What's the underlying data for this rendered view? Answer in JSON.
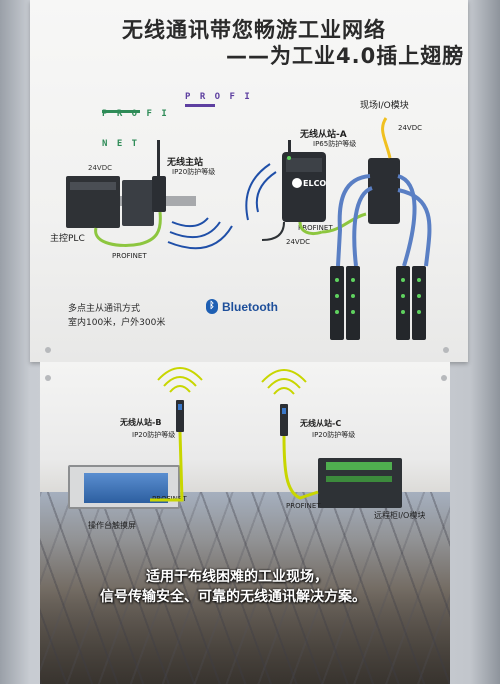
{
  "header": {
    "title_line1": "无线通讯带您畅游工业网络",
    "title_line2": "——为工业4.0插上翅膀"
  },
  "logos": {
    "profinet_line1": "P R O F I",
    "profinet_line2": "N E T",
    "profibus": "P R O F I"
  },
  "upper_panel": {
    "master_title": "无线主站",
    "master_rating": "IP20防护等级",
    "master_plc_label": "主控PLC",
    "plc_voltage": "24VDC",
    "profinet_label": "PROFINET",
    "slave_a_title": "无线从站-A",
    "slave_a_rating": "IP65防护等级",
    "slave_a_brand": "ELCO",
    "slave_a_voltage": "24VDC",
    "profinet_label_a": "PROFINET",
    "io_title": "现场I/O模块",
    "io_voltage": "24VDC",
    "feature_line1": "多点主从通讯方式",
    "feature_line2": "室内100米，户外300米",
    "bluetooth_label": "Bluetooth",
    "bluetooth_glyph": "ᛒ"
  },
  "lower_panel": {
    "slave_b_title": "无线从站-B",
    "slave_b_rating": "IP20防护等级",
    "profinet_b": "PROFINET",
    "hmi_label": "操作台触摸屏",
    "slave_c_title": "无线从站-C",
    "slave_c_rating": "IP20防护等级",
    "profinet_c": "PROFINET",
    "cabinet_label": "远程柜I/O模块",
    "slogan_line1": "适用于布线困难的工业现场，",
    "slogan_line2": "信号传输安全、可靠的无线通讯解决方案。"
  },
  "colors": {
    "cable_green": "#8dc63f",
    "wave_blue": "#1f4fa8",
    "wave_yellow": "#c8d600",
    "device_dark": "#2b2e33",
    "io_cable_blue": "#5a7fc4",
    "io_cable_yellow": "#f0c020"
  }
}
